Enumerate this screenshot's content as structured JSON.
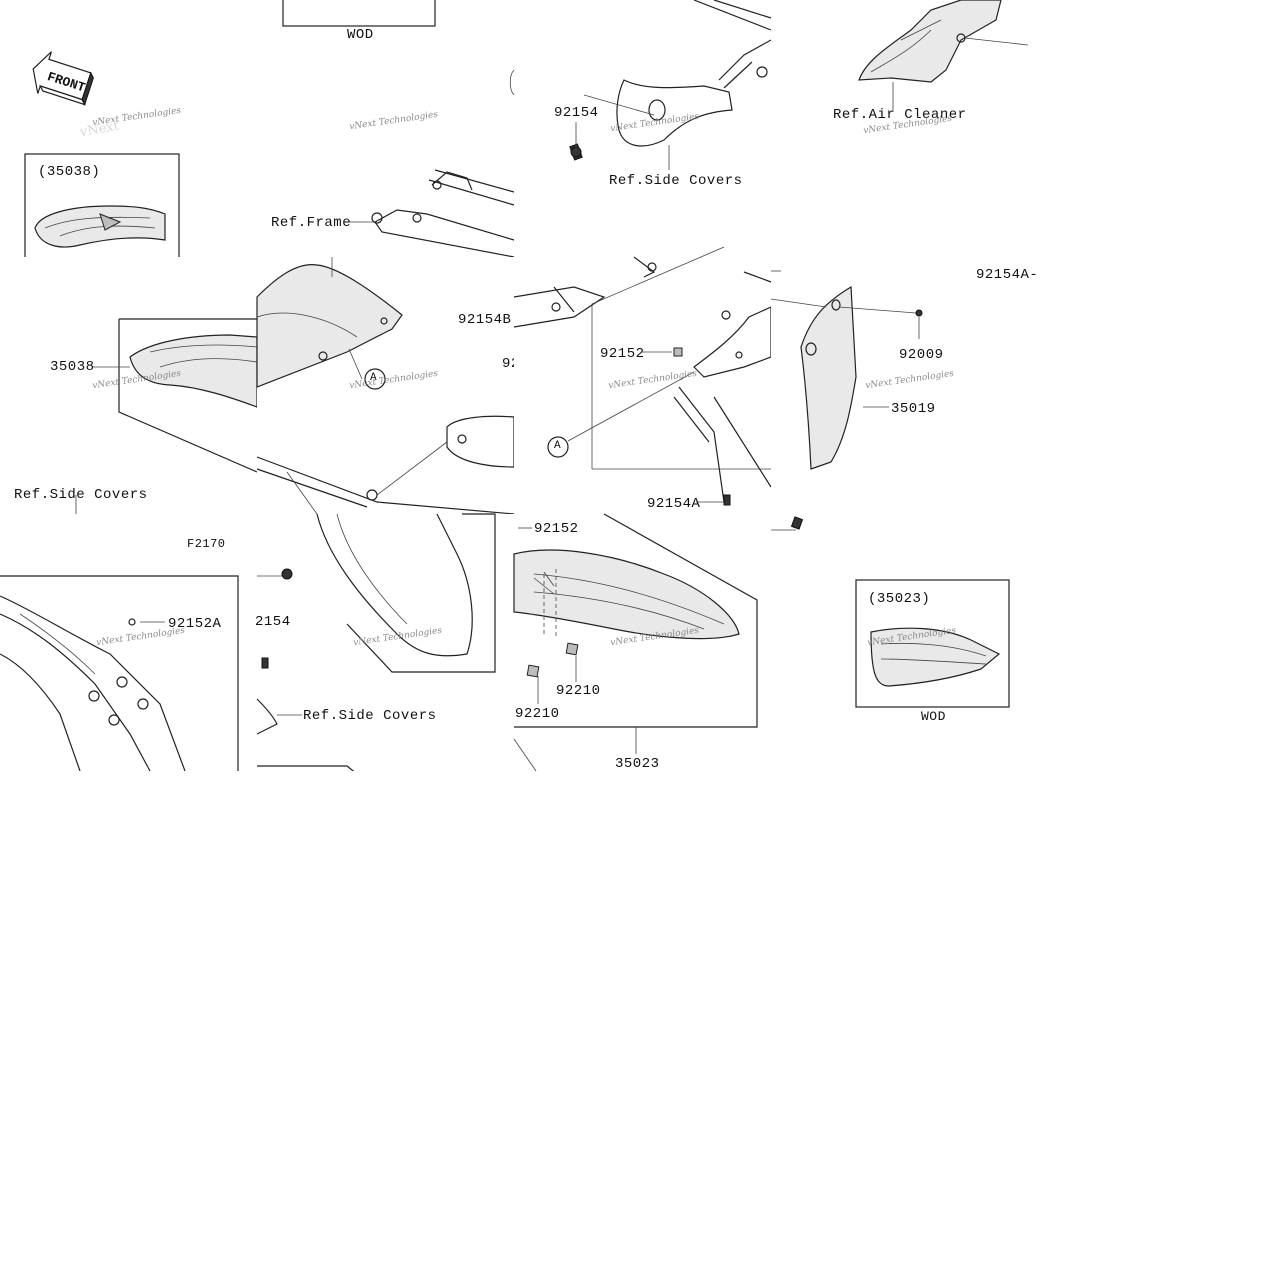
{
  "diagram": {
    "code": "F2170",
    "front_label": "FRONT",
    "watermark": "vNext Technologies",
    "callouts": {
      "variant_35038": "(35038)",
      "variant_35023": "(35023)",
      "wod_top": "WOD",
      "wod_right": "WOD",
      "ref_frame": "Ref.Frame",
      "ref_side_covers_1": "Ref.Side Covers",
      "ref_side_covers_2": "Ref.Side Covers",
      "ref_side_covers_3": "Ref.Side Covers",
      "ref_air_cleaner": "Ref.Air Cleaner",
      "part_35038": "35038",
      "part_35019": "35019",
      "part_35023": "35023",
      "part_92154_a": "92154",
      "part_92154_b": "2154",
      "part_92154A_a": "92154A-",
      "part_92154A_b": "92154A",
      "part_92154B": "92154B",
      "part_92152_a": "92152",
      "part_92152_b": "92152",
      "part_92152A": "92152A",
      "part_92009": "92009",
      "part_92210_a": "92210",
      "part_92210_b": "92210",
      "part_92_partial": "92",
      "marker_a1": "A",
      "marker_a2": "A"
    }
  }
}
